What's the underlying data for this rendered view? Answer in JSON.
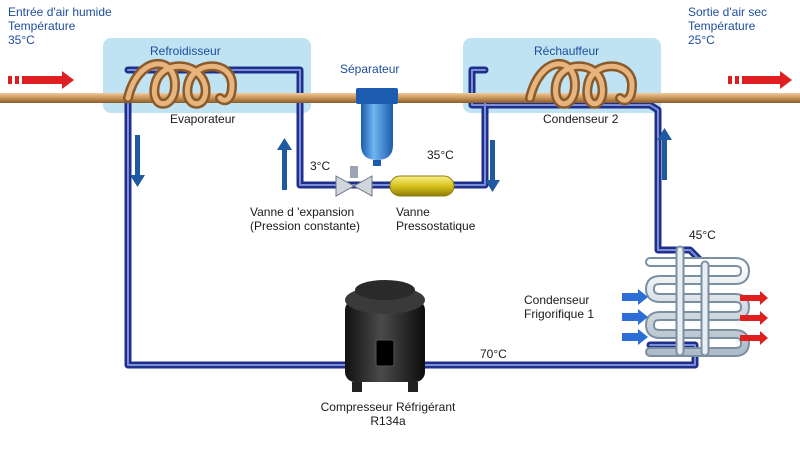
{
  "inlet": {
    "title": "Entrée d'air humide",
    "temp_label": "Température",
    "temp_value": "35°C"
  },
  "outlet": {
    "title": "Sortie d'air sec",
    "temp_label": "Température",
    "temp_value": "25°C"
  },
  "boxes": {
    "cooler": "Refroidisseur",
    "reheater": "Réchauffeur"
  },
  "components": {
    "separator": "Séparateur",
    "evaporator": "Evaporateur",
    "condenser2": "Condenseur 2",
    "expansion_valve": [
      "Vanne d 'expansion",
      "(Pression constante)"
    ],
    "pressostatic_valve": [
      "Vanne",
      "Pressostatique"
    ],
    "condenser1": [
      "Condenseur",
      "Frigorifique 1"
    ],
    "compressor": [
      "Compresseur Réfrigérant",
      "R134a"
    ]
  },
  "temperatures": {
    "evap_out": "3°C",
    "valve_out": "35°C",
    "cond1_in": "45°C",
    "comp_out": "70°C"
  },
  "colors": {
    "air_pipe": "#c8955a",
    "refrigerant_pipe": "#1f2f8c",
    "box": "#bfe3f2",
    "hot_arrow": "#e02020",
    "cold_arrow": "#2b6fd6",
    "flow_arrow": "#1f5aa0"
  }
}
